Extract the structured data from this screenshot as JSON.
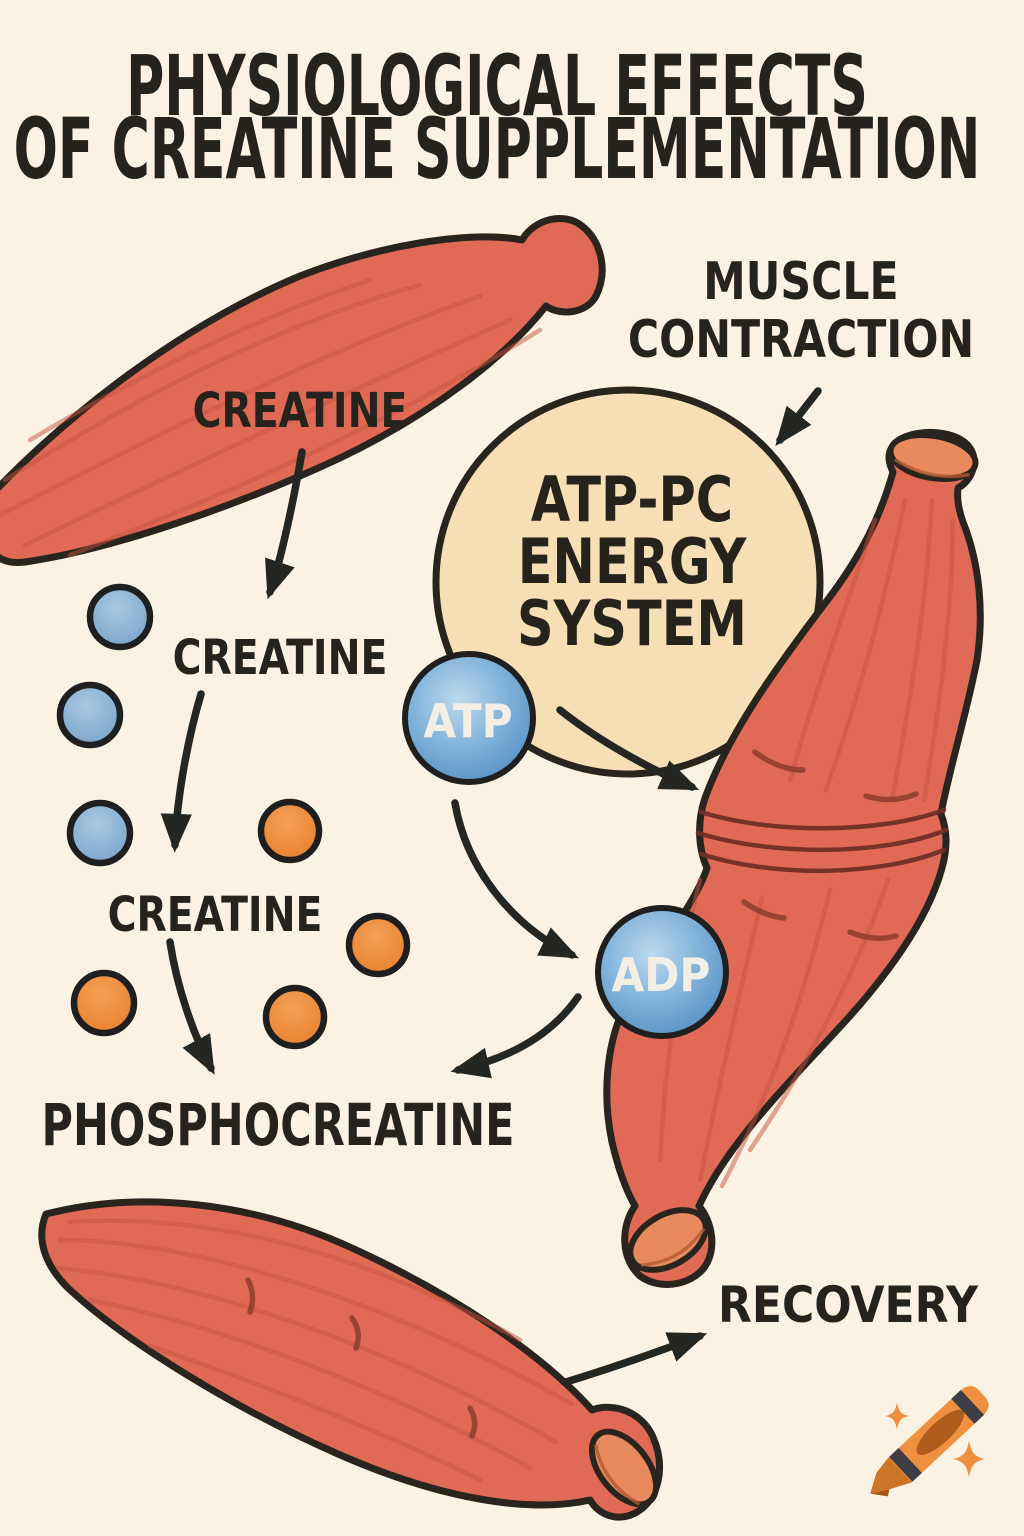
{
  "title": {
    "line1": "PHYSIOLOGICAL EFFECTS",
    "line2": "OF CREATINE SUPPLEMENTATION"
  },
  "diagram": {
    "creatine_label_muscle": "CREATINE",
    "creatine_label_free": "CREATINE",
    "creatine_label_conversion": "CREATINE",
    "phosphocreatine_label": "PHOSPHOCREATINE",
    "muscle_contraction": {
      "line1": "MUSCLE",
      "line2": "CONTRACTION"
    },
    "energy_system": {
      "line1": "ATP-PC",
      "line2": "ENERGY",
      "line3": "SYSTEM"
    },
    "atp_label": "ATP",
    "adp_label": "ADP",
    "recovery_label": "RECOVERY"
  },
  "icons": {
    "watermark": "crayon-icon with sparkles"
  },
  "colors": {
    "background": "#fbf2e3",
    "text": "#26221c",
    "arrow": "#242621",
    "outline": "#29241d",
    "muscle": "#e06a56",
    "striation": "#c35240",
    "tendon": "#e98a5e",
    "energy_circle": "#f6dfb4",
    "ball_blue": "#5e9ace",
    "ball_blue_light": "#bcd9ee",
    "dot_blue": "#85aed2",
    "dot_orange": "#ee8a3c",
    "crayon_orange": "#ef9040"
  }
}
